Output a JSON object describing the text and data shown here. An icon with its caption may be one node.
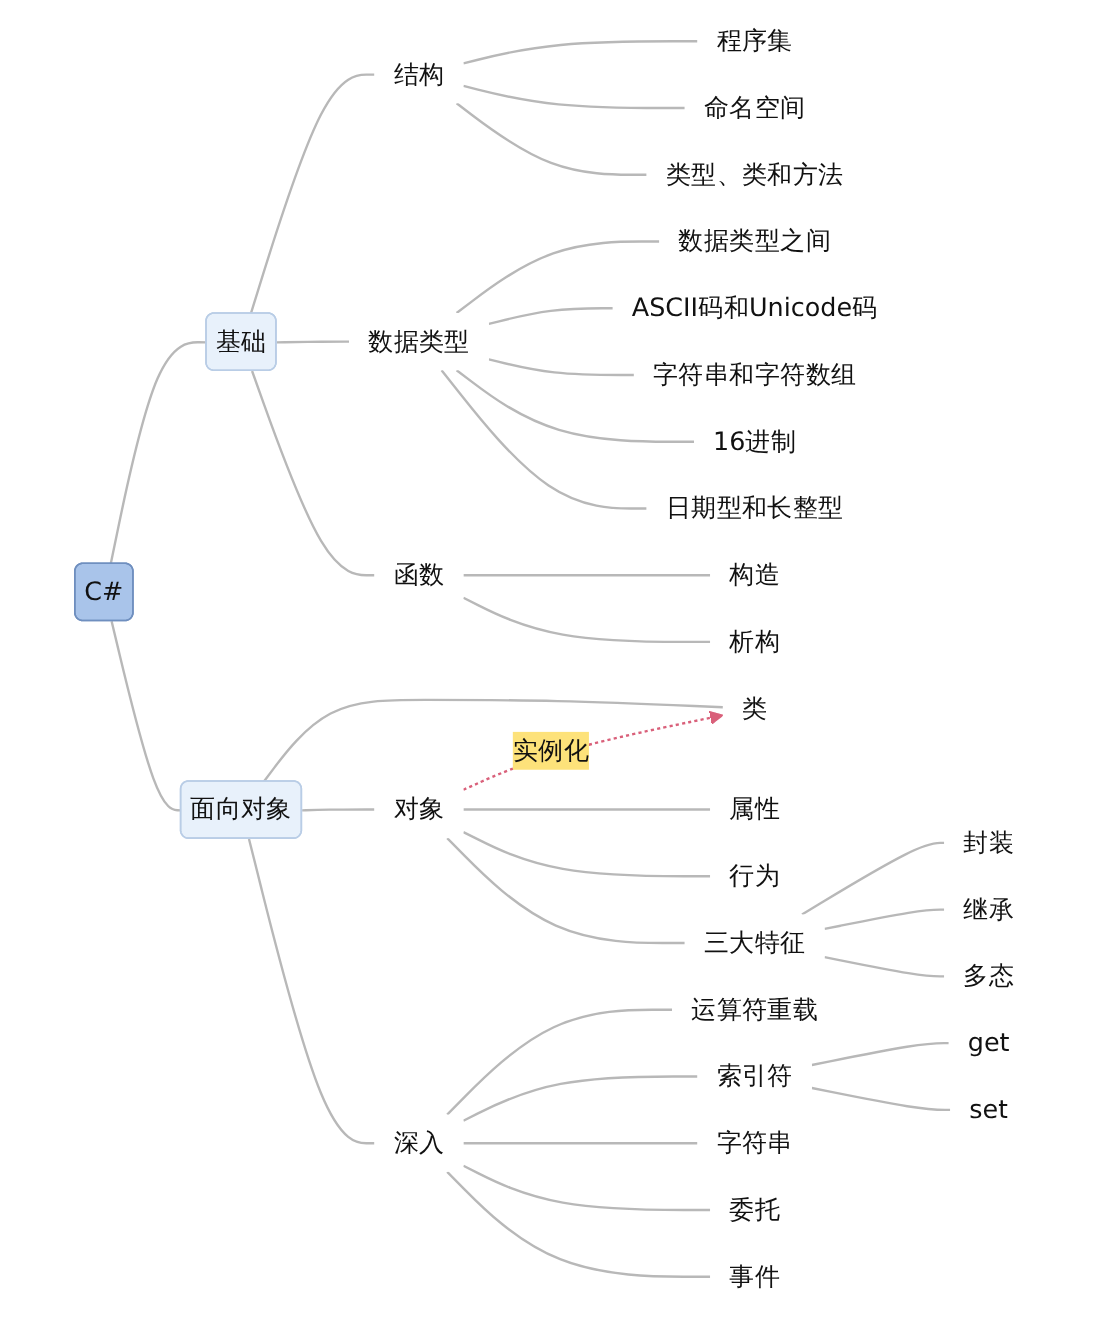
{
  "diagram": {
    "nodes": [
      {
        "text": [
          "C#"
        ]
      },
      {
        "text": [
          "基础"
        ]
      },
      {
        "text": [
          "结构"
        ]
      },
      {
        "text": [
          "程序集"
        ]
      },
      {
        "text": [
          "命名空间"
        ]
      },
      {
        "text": [
          "类型、类和方法"
        ]
      },
      {
        "text": [
          "数据类型"
        ]
      },
      {
        "text": [
          "数据类型之间"
        ]
      },
      {
        "text": [
          "ASCII码和Unicode码"
        ]
      },
      {
        "text": [
          "字符串和字符数组"
        ]
      },
      {
        "text": [
          "16进制"
        ]
      },
      {
        "text": [
          "日期型和长整型"
        ]
      },
      {
        "text": [
          "函数"
        ]
      },
      {
        "text": [
          "构造"
        ]
      },
      {
        "text": [
          "析构"
        ]
      },
      {
        "text": [
          "面向对象"
        ]
      },
      {
        "text": [
          "类"
        ]
      },
      {
        "text": [
          "对象"
        ]
      },
      {
        "text": [
          "属性"
        ]
      },
      {
        "text": [
          "行为"
        ]
      },
      {
        "text": [
          "三大特征"
        ]
      },
      {
        "text": [
          "封装"
        ]
      },
      {
        "text": [
          "继承"
        ]
      },
      {
        "text": [
          "多态"
        ]
      },
      {
        "text": [
          "深入"
        ]
      },
      {
        "text": [
          "运算符重载"
        ]
      },
      {
        "text": [
          "索引符"
        ]
      },
      {
        "text": [
          "get"
        ]
      },
      {
        "text": [
          "set"
        ]
      },
      {
        "text": [
          "字符串"
        ]
      },
      {
        "text": [
          "委托"
        ]
      },
      {
        "text": [
          "事件"
        ]
      }
    ],
    "edges": [
      {
        "from": 0,
        "to": 1,
        "arrow": "none"
      },
      {
        "from": 1,
        "to": 2,
        "arrow": "none"
      },
      {
        "from": 2,
        "to": 3,
        "arrow": "none"
      },
      {
        "from": 2,
        "to": 4,
        "arrow": "none"
      },
      {
        "from": 2,
        "to": 5,
        "arrow": "none"
      },
      {
        "from": 1,
        "to": 6,
        "arrow": "none"
      },
      {
        "from": 6,
        "to": 7,
        "arrow": "none"
      },
      {
        "from": 6,
        "to": 8,
        "arrow": "none"
      },
      {
        "from": 6,
        "to": 9,
        "arrow": "none"
      },
      {
        "from": 6,
        "to": 10,
        "arrow": "none"
      },
      {
        "from": 6,
        "to": 11,
        "arrow": "none"
      },
      {
        "from": 1,
        "to": 12,
        "arrow": "none"
      },
      {
        "from": 12,
        "to": 13,
        "arrow": "none"
      },
      {
        "from": 12,
        "to": 14,
        "arrow": "none"
      },
      {
        "from": 0,
        "to": 15,
        "arrow": "none"
      },
      {
        "from": 15,
        "to": 16,
        "arrow": "none"
      },
      {
        "from": 15,
        "to": 17,
        "arrow": "none"
      },
      {
        "from": 17,
        "to": 18,
        "arrow": "none"
      },
      {
        "from": 17,
        "to": 19,
        "arrow": "none"
      },
      {
        "from": 17,
        "to": 20,
        "arrow": "none"
      },
      {
        "from": 20,
        "to": 21,
        "arrow": "none"
      },
      {
        "from": 20,
        "to": 22,
        "arrow": "none"
      },
      {
        "from": 20,
        "to": 23,
        "arrow": "none"
      },
      {
        "from": 15,
        "to": 24,
        "arrow": "none"
      },
      {
        "from": 24,
        "to": 25,
        "arrow": "none"
      },
      {
        "from": 24,
        "to": 26,
        "arrow": "none"
      },
      {
        "from": 26,
        "to": 27,
        "arrow": "none"
      },
      {
        "from": 26,
        "to": 28,
        "arrow": "none"
      },
      {
        "from": 24,
        "to": 29,
        "arrow": "none"
      },
      {
        "from": 24,
        "to": 30,
        "arrow": "none"
      },
      {
        "from": 24,
        "to": 31,
        "arrow": "none"
      },
      {
        "from": 17,
        "to": 16,
        "arrow": "to",
        "label": "实例化",
        "style": "dashed",
        "color": "#d9607a"
      }
    ]
  }
}
